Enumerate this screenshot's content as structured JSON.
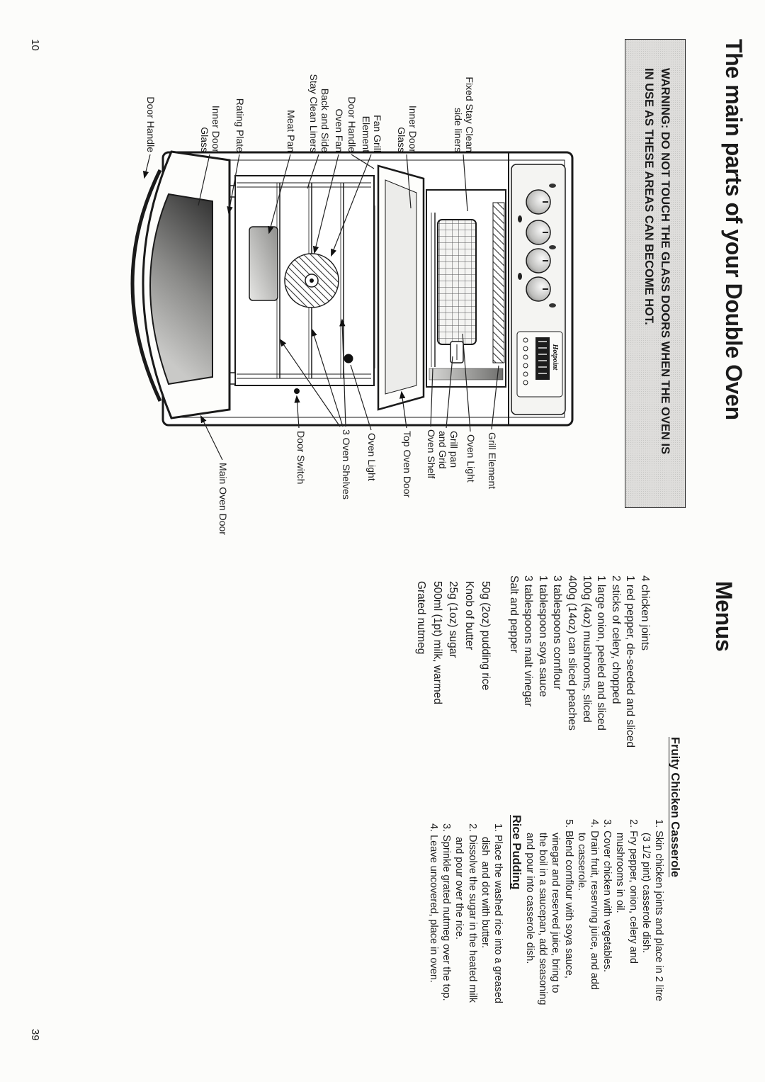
{
  "page_left": {
    "page_number": "10",
    "title": "The main parts of your Double Oven",
    "warning": {
      "line1": "WARNING: DO NOT TOUCH THE GLASS DOORS WHEN THE OVEN IS",
      "line2": "IN USE AS THESE AREAS CAN BECOME HOT."
    },
    "brand": "Hotpoint",
    "labels_left": [
      "Fixed Stay Clean\nside liners",
      "Inner Door\nGlass",
      "Fan Grill\nElement",
      "Door Handle",
      "Oven Fan",
      "Back and Side\nStay Clean Liners",
      "Meat Pan",
      "Rating Plate",
      "Inner Door\nGlass",
      "Door Handle"
    ],
    "labels_right": [
      "Grill Element",
      "Oven Light",
      "Grill pan\nand Grid",
      "Oven Shelf",
      "Top Oven Door",
      "Oven Light",
      "3 Oven Shelves",
      "Door Switch",
      "Main Oven Door"
    ]
  },
  "page_right": {
    "page_number": "39",
    "title": "Menus",
    "recipes": [
      {
        "name": "Fruity Chicken Casserole",
        "ingredients": [
          "4 chicken joints",
          "1 red pepper, de-seeded and sliced",
          "2 sticks of celery, chopped",
          "1 large onion, peeled and sliced",
          "100g (4oz) mushrooms, sliced",
          "400g (14oz) can sliced peaches",
          "3 tablespoons cornflour",
          "1 tablespoon soya sauce",
          "3 tablespoons malt vinegar",
          "Salt and pepper"
        ],
        "steps": [
          "1. Skin chicken joints and place in 2 litre\n(3 1/2 pint) casserole dish.",
          "2. Fry pepper, onion, celery and\nmushrooms in oil.",
          "3. Cover chicken with vegetables.",
          "4. Drain fruit, reserving juice, and add\nto casserole.",
          "5. Blend cornflour with soya sauce,\nvinegar and reserved juice, bring to\nthe boil in a saucepan, add seasoning\nand pour into casserole dish."
        ]
      },
      {
        "name": "Rice Pudding",
        "ingredients": [
          "50g (2oz) pudding rice",
          "Knob of butter",
          "25g (1oz) sugar",
          "500ml (1pt) milk, warmed",
          "Grated nutmeg"
        ],
        "steps": [
          "1. Place the washed rice into a greased\ndish  and dot with butter.",
          "2. Dissolve the sugar in the heated milk\nand pour over the rice.",
          "3. Sprinkle grated nutmeg over the top.",
          "4. Leave uncovered, place in oven."
        ]
      }
    ]
  },
  "colors": {
    "ink": "#1b1b1b",
    "warning_bg": "#dedddb",
    "paper": "#fcfcfa"
  }
}
